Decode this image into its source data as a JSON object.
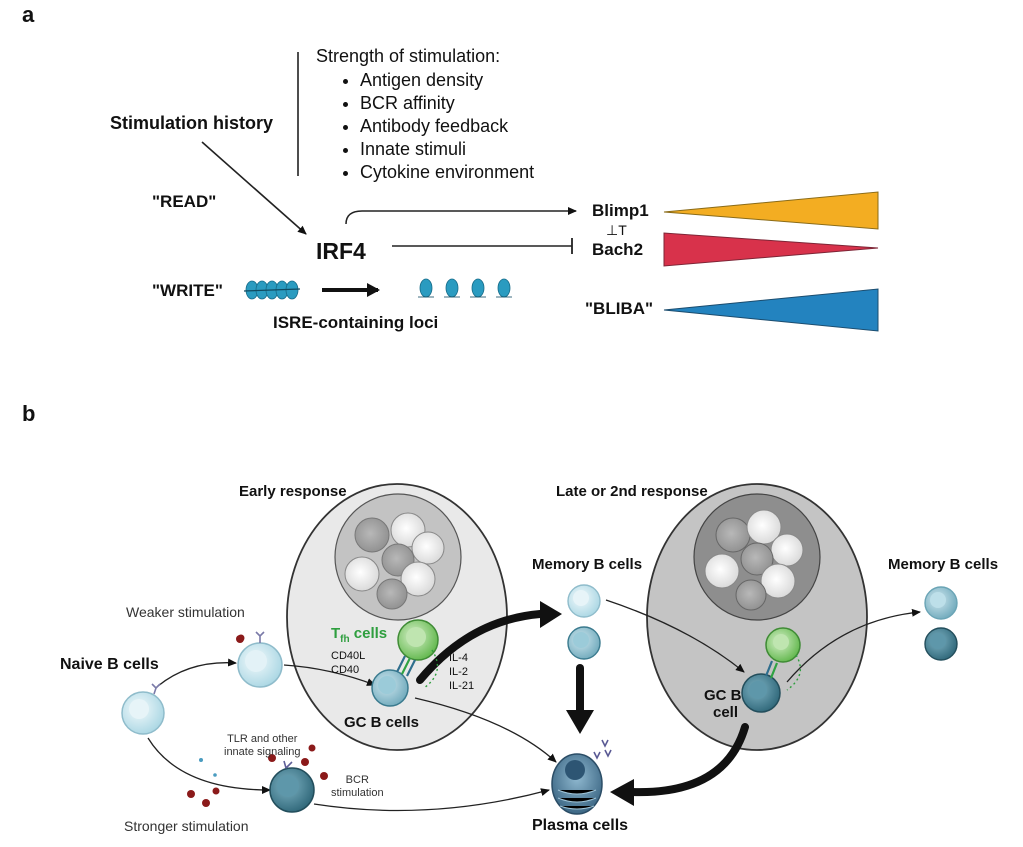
{
  "panel_a": {
    "label": "a",
    "stimulation_history": "Stimulation history",
    "strength_heading": "Strength of stimulation:",
    "strength_items": [
      "Antigen density",
      "BCR affinity",
      "Antibody feedback",
      "Innate stimuli",
      "Cytokine environment"
    ],
    "read_label": "\"READ\"",
    "write_label": "\"WRITE\"",
    "irf4": "IRF4",
    "isre": "ISRE-containing loci",
    "blimp1": "Blimp1",
    "repress_symbol": "⊥T",
    "bach2": "Bach2",
    "bliba": "\"BLIBA\"",
    "colors": {
      "blimp1": "#f2a81d",
      "bach2": "#d8324b",
      "bliba": "#1f78b4",
      "isre": "#2a9bc0"
    }
  },
  "panel_b": {
    "label": "b",
    "early_response": "Early response",
    "late_response": "Late or 2nd response",
    "memory_b_left": "Memory B cells",
    "memory_b_right": "Memory B cells",
    "weaker": "Weaker stimulation",
    "naive": "Naive B cells",
    "tfh_main": "T",
    "tfh_sub": "fh",
    "tfh_rest": " cells",
    "cd40l": "CD40L",
    "cd40": "CD40",
    "il4": "IL-4",
    "il2": "IL-2",
    "il21": "IL-21",
    "gc_b_cells": "GC B cells",
    "gc_b_line1": "GC B",
    "gc_b_line2": "cell",
    "tlr_line1": "TLR and other",
    "tlr_line2": "innate signaling",
    "bcr_line1": "BCR",
    "bcr_line2": "stimulation",
    "stronger": "Stronger stimulation",
    "plasma": "Plasma cells",
    "colors": {
      "tfh": "#2e9e3e",
      "gc_light": "#e9e9e9",
      "gc_dark": "#c9c9c9",
      "cell_light": "#bfe0ea",
      "cell_dark": "#3b7f93",
      "antigen": "#8b1a1a"
    }
  }
}
